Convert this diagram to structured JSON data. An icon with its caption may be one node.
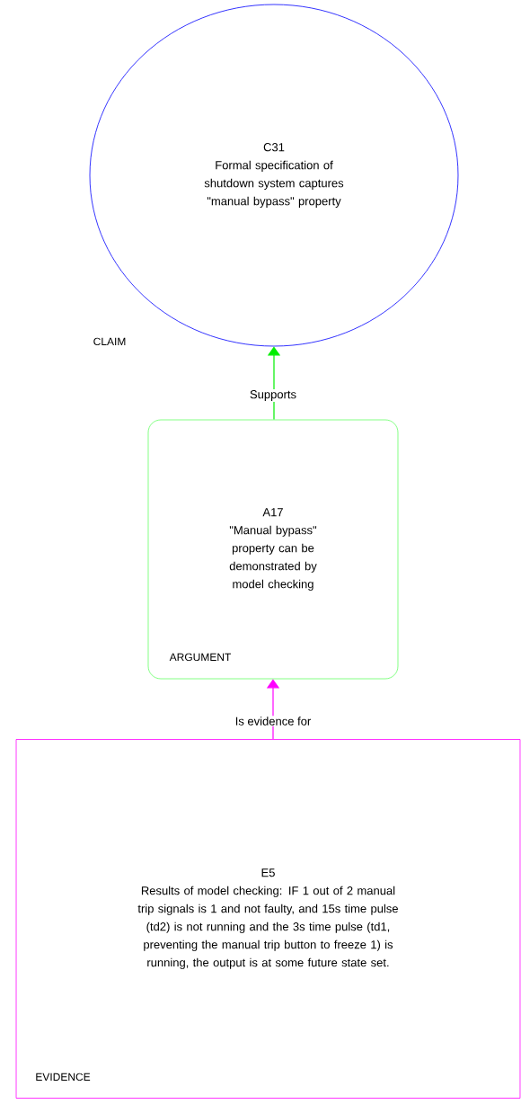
{
  "diagram": {
    "nodes": [
      {
        "text": [
          "C31",
          "Formal specification of shutdown system captures \"manual bypass\" property"
        ],
        "beside": [
          "CLAIM"
        ]
      },
      {
        "text": [
          "A17",
          "\"Manual bypass\" property can be demonstrated by model checking",
          "ARGUMENT"
        ]
      },
      {
        "text": [
          "E5",
          "Results of model checking: IF 1 out of 2 manual trip signals is 1 and not faulty, and 15s time pulse (td2) is not running and the 3s time pulse (td1, preventing the manual trip button to freeze 1) is running, the output is at some future state set.",
          "EVIDENCE"
        ]
      }
    ],
    "edges": [
      {
        "from": 1,
        "to": 0,
        "arrow": "to",
        "label": "Supports",
        "color": "#00ee00"
      },
      {
        "from": 2,
        "to": 1,
        "arrow": "to",
        "label": "Is evidence for",
        "color": "#ff00ff"
      }
    ]
  }
}
